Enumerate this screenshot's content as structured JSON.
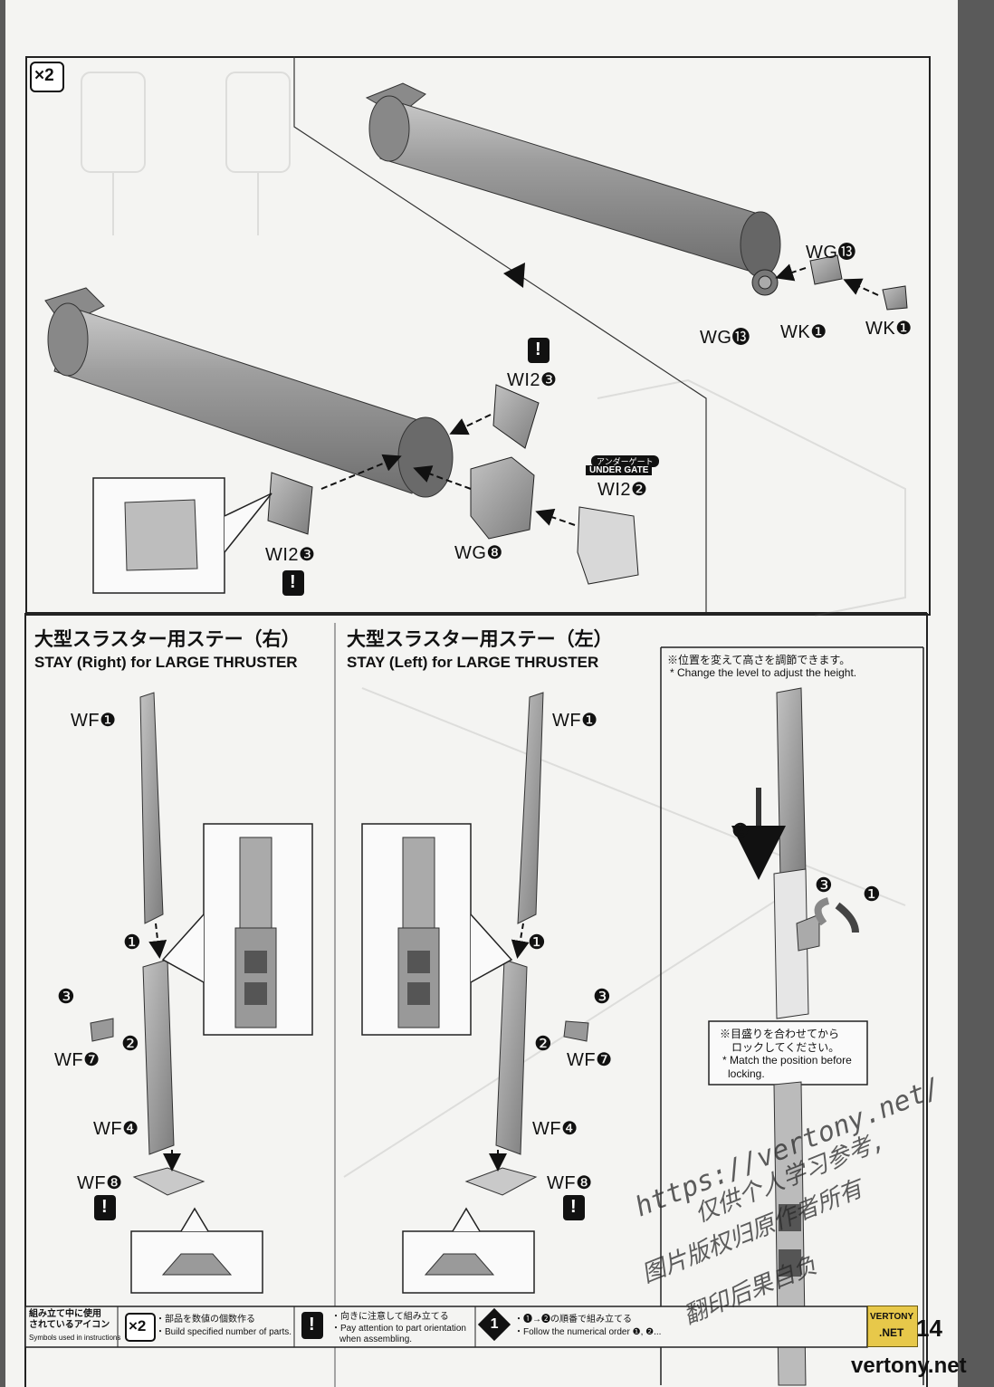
{
  "quantity_icon": "×2",
  "upper_section": {
    "labels": {
      "wg13_right": "WG⓭",
      "wg13_left": "WG⓭",
      "wk1_mid": "WK❶",
      "wk1_right": "WK❶",
      "wi2_3_top": "WI2❸",
      "wi2_3_bottom": "WI2❸",
      "under_gate_jp": "アンダーゲート",
      "under_gate_en": "UNDER GATE",
      "wi2_2": "WI2❷",
      "wg8": "WG❽"
    }
  },
  "stay_right": {
    "title_jp": "大型スラスター用ステー（右）",
    "title_en": "STAY (Right) for LARGE THRUSTER",
    "labels": {
      "wf1": "WF❶",
      "wf7": "WF❼",
      "wf4": "WF❹",
      "wf8": "WF❽"
    },
    "steps": [
      "❶",
      "❷",
      "❸"
    ]
  },
  "stay_left": {
    "title_jp": "大型スラスター用ステー（左）",
    "title_en": "STAY (Left) for LARGE THRUSTER",
    "labels": {
      "wf1": "WF❶",
      "wf7": "WF❼",
      "wf4": "WF❹",
      "wf8": "WF❽"
    },
    "steps": [
      "❶",
      "❷",
      "❸"
    ]
  },
  "adjust_panel": {
    "note_jp": "※位置を変えて高さを調節できます。",
    "note_en": "* Change the level to adjust the height.",
    "lock_note_jp_1": "※目盛りを合わせてから",
    "lock_note_jp_2": "ロックしてください。",
    "lock_note_en_1": "* Match the position before",
    "lock_note_en_2": "locking."
  },
  "footer": {
    "legend_jp_1": "組み立て中に使用",
    "legend_jp_2": "されているアイコン",
    "legend_en": "Symbols used in instructions",
    "x2_icon": "×2",
    "x2_jp": "・部品を数値の個数作る",
    "x2_en": "・Build specified number of parts.",
    "attention_icon": "!",
    "attention_jp": "・向きに注意して組み立てる",
    "attention_en_1": "・Pay attention to part orientation",
    "attention_en_2": "when assembling.",
    "order_icon": "1",
    "order_jp": "・❶→❷の順番で組み立てる",
    "order_en": "・Follow the numerical order ❶, ❷...",
    "page_number": "14"
  },
  "watermark": {
    "url": "https://vertony.net/",
    "cn_1": "仅供个人学习参考,",
    "cn_2": "图片版权归原作者所有",
    "cn_3": "翻印后果自负",
    "logo_1": "VERTONY",
    "logo_2": ".NET",
    "footer_url": "vertony.net"
  }
}
